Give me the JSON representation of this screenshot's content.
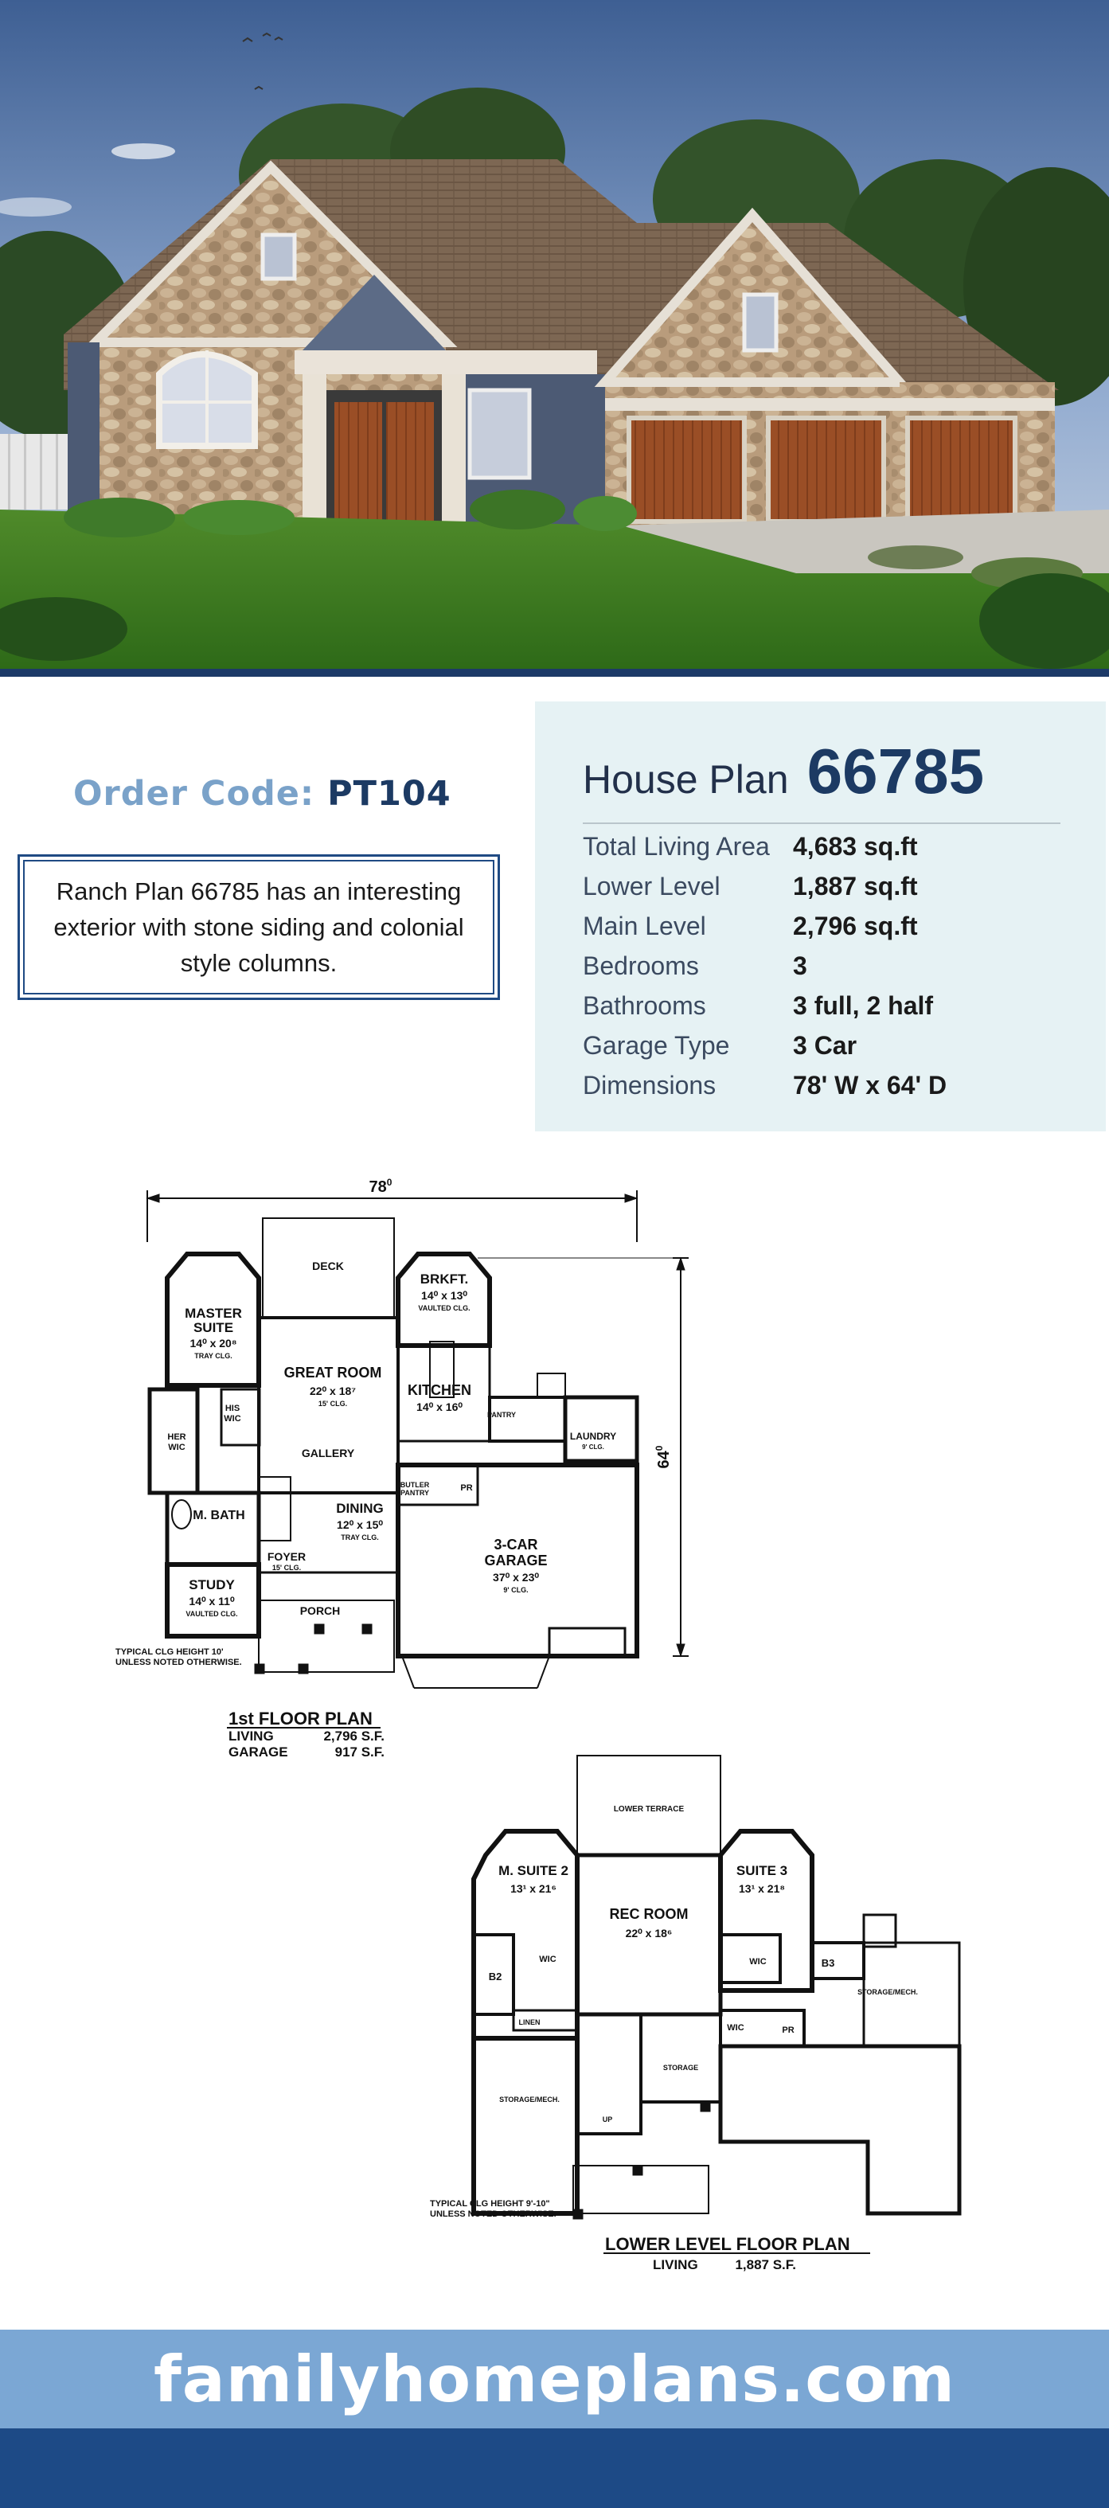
{
  "order": {
    "label": "Order Code:",
    "code": "PT104"
  },
  "description": "Ranch Plan 66785 has an interesting exterior with stone siding and colonial style columns.",
  "plan": {
    "title_prefix": "House Plan",
    "number": "66785",
    "specs": [
      {
        "label": "Total Living Area",
        "value": "4,683 sq.ft"
      },
      {
        "label": "Lower Level",
        "value": "1,887 sq.ft"
      },
      {
        "label": "Main Level",
        "value": "2,796 sq.ft"
      },
      {
        "label": "Bedrooms",
        "value": "3"
      },
      {
        "label": "Bathrooms",
        "value": "3 full, 2 half"
      },
      {
        "label": "Garage Type",
        "value": "3 Car"
      },
      {
        "label": "Dimensions",
        "value": "78' W x 64' D"
      }
    ]
  },
  "first_floor": {
    "width_dim": "78",
    "width_sup": "0",
    "depth_dim": "64",
    "depth_sup": "0",
    "rooms": {
      "deck": "DECK",
      "brkft": "BRKFT.",
      "brkft_size": "14⁰ x 13⁰",
      "brkft_note": "VAULTED CLG.",
      "master": "MASTER",
      "suite": "SUITE",
      "master_size": "14⁰ x 20⁸",
      "master_note": "TRAY CLG.",
      "great": "GREAT ROOM",
      "great_size": "22⁰ x 18⁷",
      "great_note": "15' CLG.",
      "kitchen": "KITCHEN",
      "kitchen_size": "14⁰ x 16⁰",
      "pantry": "PANTRY",
      "his": "HIS",
      "wic": "WIC",
      "her": "HER",
      "wic2": "WIC",
      "laundry": "LAUNDRY",
      "laundry_note": "9' CLG.",
      "gallery": "GALLERY",
      "butler": "BUTLER",
      "butler2": "PANTRY",
      "pr": "PR",
      "dining": "DINING",
      "dining_size": "12⁰ x 15⁰",
      "dining_note": "TRAY CLG.",
      "mbath": "M. BATH",
      "garage": "3-CAR",
      "garage2": "GARAGE",
      "garage_size": "37⁰ x 23⁰",
      "garage_note": "9' CLG.",
      "foyer": "FOYER",
      "foyer_note": "15' CLG.",
      "study": "STUDY",
      "study_size": "14⁰ x 11⁰",
      "study_note": "VAULTED CLG.",
      "porch": "PORCH"
    },
    "note1": "TYPICAL CLG HEIGHT 10'",
    "note2": "UNLESS NOTED OTHERWISE.",
    "title": "1st FLOOR PLAN",
    "living_label": "LIVING",
    "living_value": "2,796 S.F.",
    "garage_label": "GARAGE",
    "garage_value": "917 S.F."
  },
  "lower_floor": {
    "rooms": {
      "terrace": "LOWER TERRACE",
      "suite2": "M. SUITE 2",
      "suite2_size": "13¹ x 21⁶",
      "rec": "REC ROOM",
      "rec_size": "22⁰ x 18⁶",
      "suite3": "SUITE 3",
      "suite3_size": "13¹ x 21⁸",
      "wic_a": "WIC",
      "wic_b": "WIC",
      "wic_c": "WIC",
      "b2": "B2",
      "b3": "B3",
      "linen": "LINEN",
      "storage_mech_r": "STORAGE/MECH.",
      "storage_mech_l": "STORAGE/MECH.",
      "storage": "STORAGE",
      "pr": "PR",
      "up": "UP"
    },
    "note1": "TYPICAL CLG HEIGHT 9'-10\"",
    "note2": "UNLESS NOTED OTHERWISE.",
    "title": "LOWER LEVEL FLOOR PLAN",
    "living_label": "LIVING",
    "living_value": "1,887 S.F."
  },
  "footer": {
    "site": "familyhomeplans.com"
  }
}
